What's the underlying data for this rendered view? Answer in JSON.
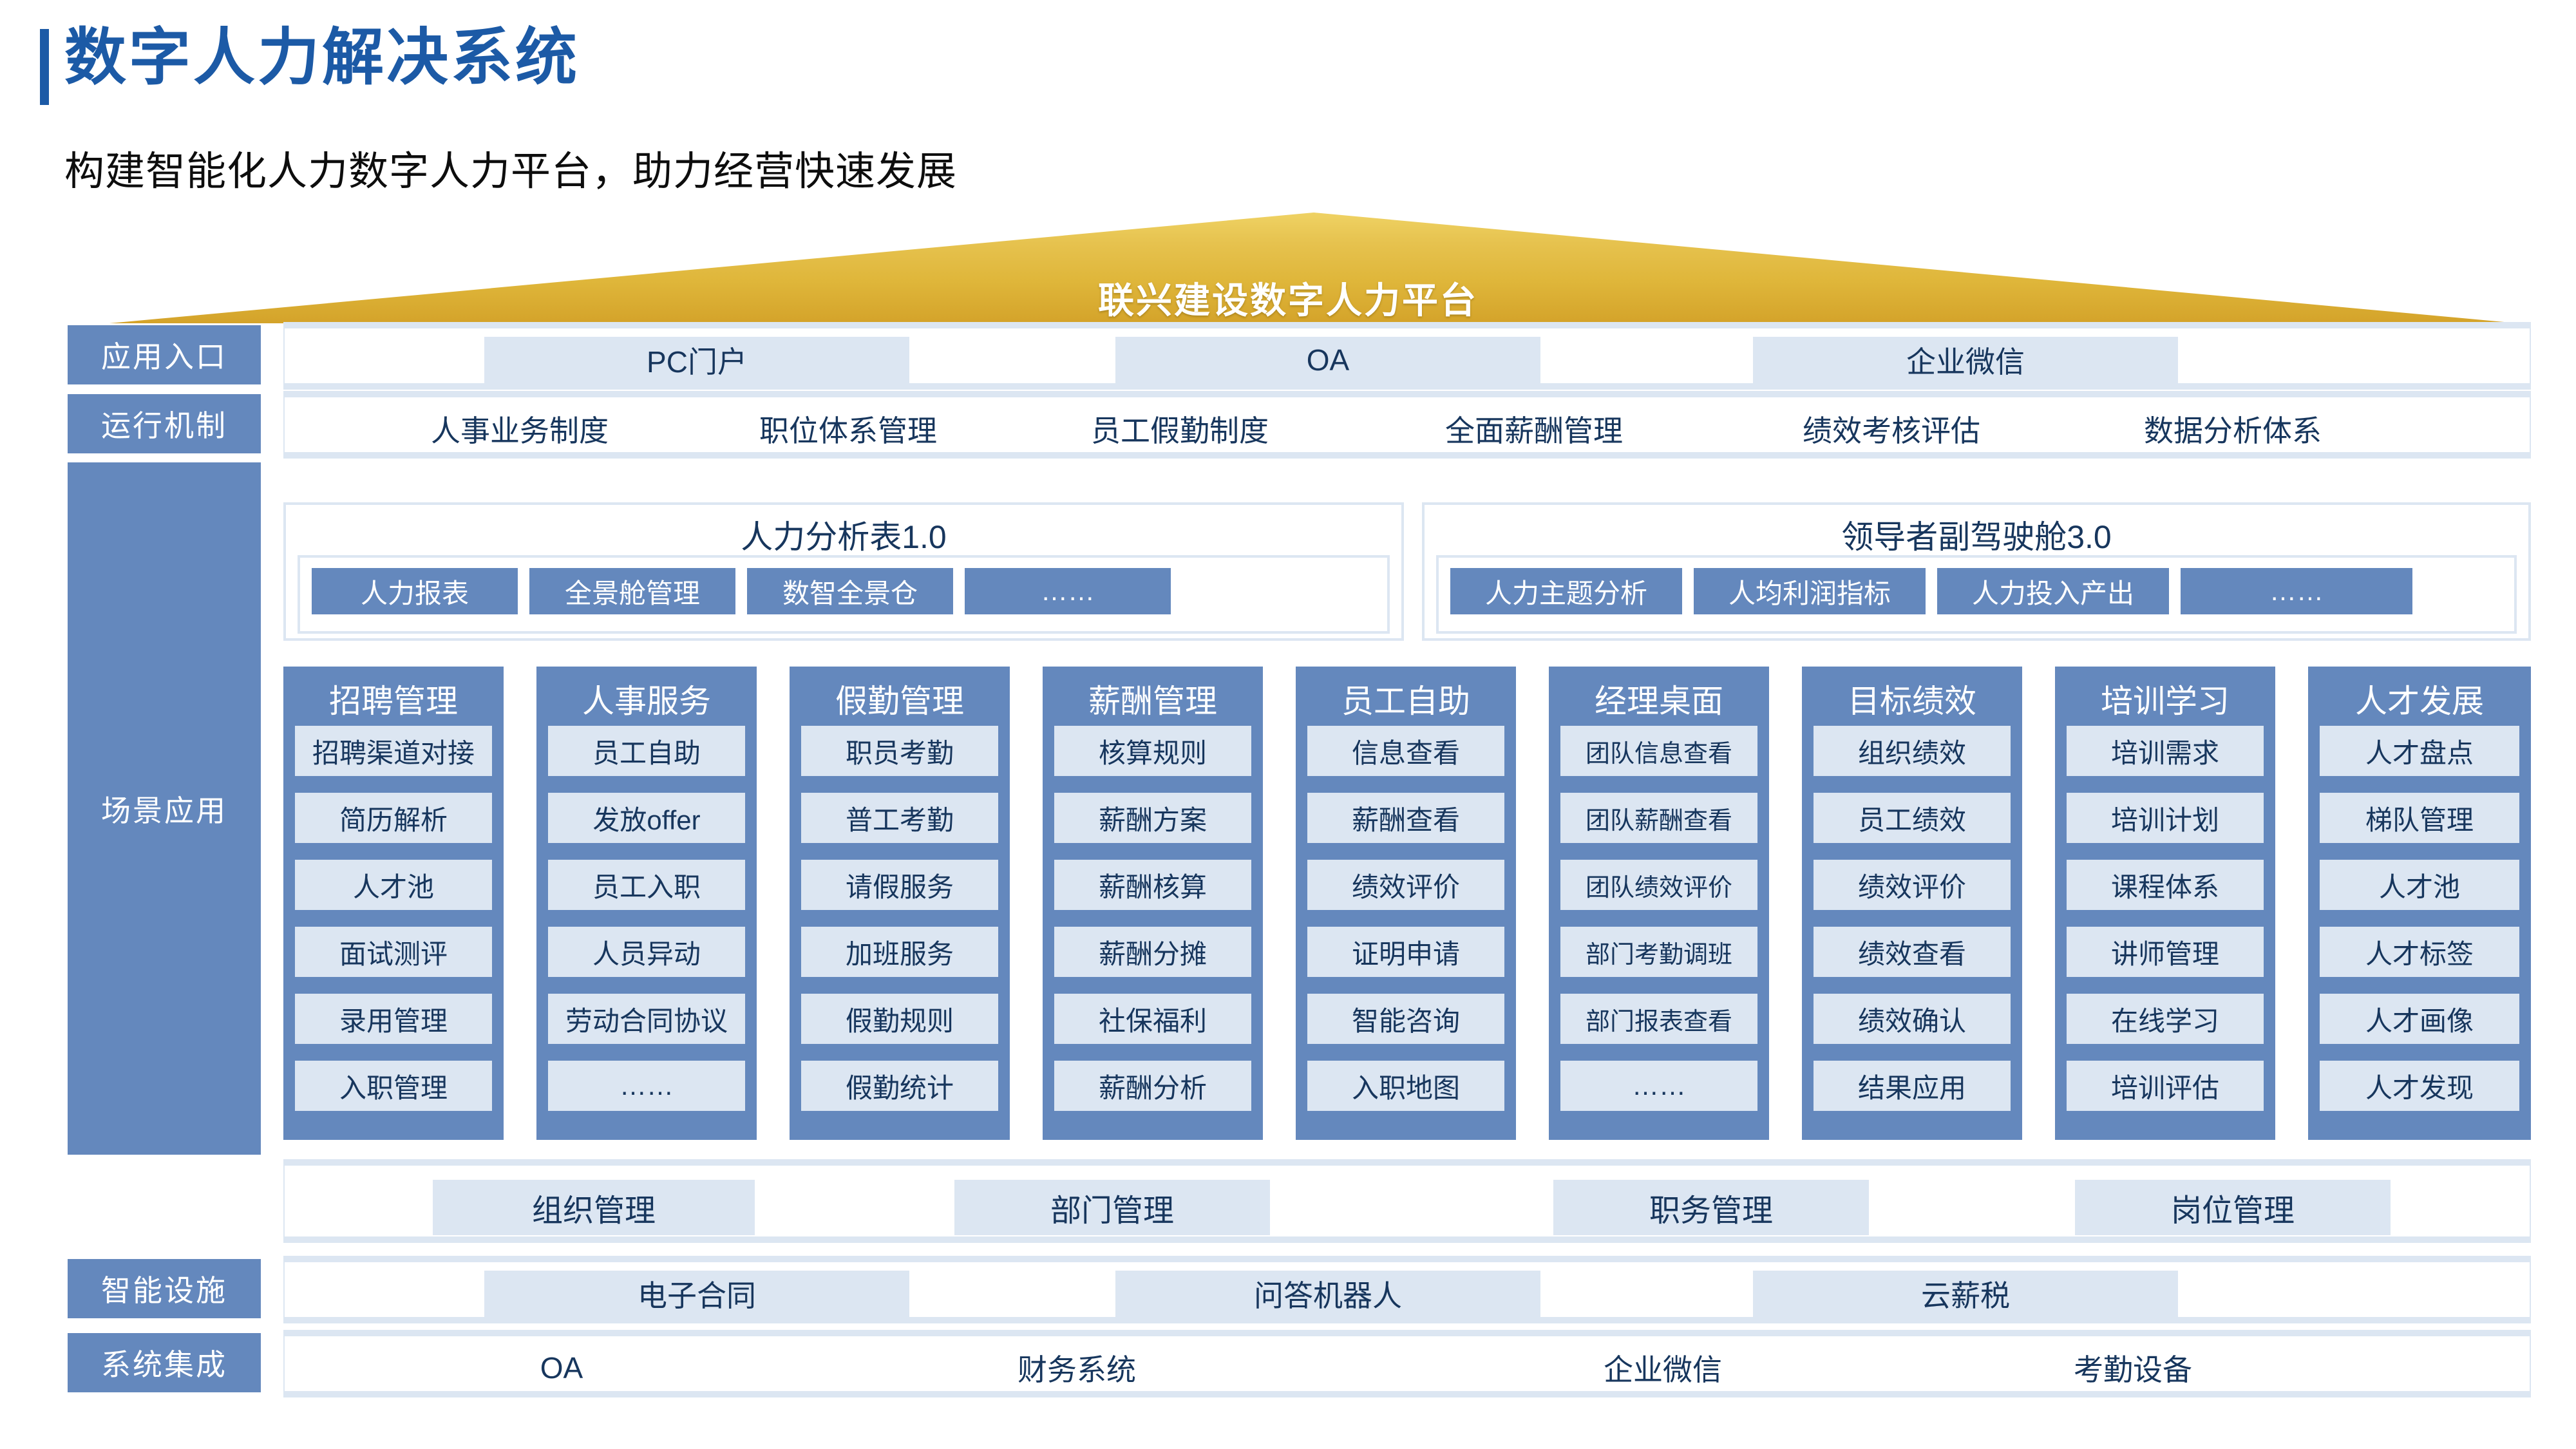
{
  "header": {
    "title": "数字人力解决系统",
    "subtitle": "构建智能化人力数字人力平台，助力经营快速发展",
    "accent_color": "#1c5aa6"
  },
  "banner": {
    "text": "联兴建设数字人力平台",
    "gradient_from": "#efd264",
    "gradient_to": "#d4a32a"
  },
  "layers": {
    "app_entry": {
      "label": "应用入口",
      "items": [
        "PC门户",
        "OA",
        "企业微信"
      ]
    },
    "operating_mechanism": {
      "label": "运行机制",
      "items": [
        "人事业务制度",
        "职位体系管理",
        "员工假勤制度",
        "全面薪酬管理",
        "绩效考核评估",
        "数据分析体系"
      ]
    },
    "scenario": {
      "label": "场景应用"
    },
    "smart_infra": {
      "label": "智能设施",
      "items": [
        "电子合同",
        "问答机器人",
        "云薪税"
      ]
    },
    "system_integration": {
      "label": "系统集成",
      "items": [
        "OA",
        "财务系统",
        "企业微信",
        "考勤设备"
      ]
    }
  },
  "analysis": {
    "panels": [
      {
        "title": "人力分析表1.0",
        "chips": [
          "人力报表",
          "全景舱管理",
          "数智全景仓",
          "……"
        ]
      },
      {
        "title": "领导者副驾驶舱3.0",
        "chips": [
          "人力主题分析",
          "人均利润指标",
          "人力投入产出",
          "……"
        ]
      }
    ]
  },
  "scenario_columns": [
    {
      "title": "招聘管理",
      "items": [
        "招聘渠道对接",
        "简历解析",
        "人才池",
        "面试测评",
        "录用管理",
        "入职管理"
      ]
    },
    {
      "title": "人事服务",
      "items": [
        "员工自助",
        "发放offer",
        "员工入职",
        "人员异动",
        "劳动合同协议",
        "……"
      ]
    },
    {
      "title": "假勤管理",
      "items": [
        "职员考勤",
        "普工考勤",
        "请假服务",
        "加班服务",
        "假勤规则",
        "假勤统计"
      ]
    },
    {
      "title": "薪酬管理",
      "items": [
        "核算规则",
        "薪酬方案",
        "薪酬核算",
        "薪酬分摊",
        "社保福利",
        "薪酬分析"
      ]
    },
    {
      "title": "员工自助",
      "items": [
        "信息查看",
        "薪酬查看",
        "绩效评价",
        "证明申请",
        "智能咨询",
        "入职地图"
      ]
    },
    {
      "title": "经理桌面",
      "items": [
        "团队信息查看",
        "团队薪酬查看",
        "团队绩效评价",
        "部门考勤调班",
        "部门报表查看",
        "……"
      ]
    },
    {
      "title": "目标绩效",
      "items": [
        "组织绩效",
        "员工绩效",
        "绩效评价",
        "绩效查看",
        "绩效确认",
        "结果应用"
      ]
    },
    {
      "title": "培训学习",
      "items": [
        "培训需求",
        "培训计划",
        "课程体系",
        "讲师管理",
        "在线学习",
        "培训评估"
      ]
    },
    {
      "title": "人才发展",
      "items": [
        "人才盘点",
        "梯队管理",
        "人才池",
        "人才标签",
        "人才画像",
        "人才发现"
      ]
    }
  ],
  "org_row": {
    "items": [
      "组织管理",
      "部门管理",
      "职务管理",
      "岗位管理"
    ]
  },
  "colors": {
    "primary_blue": "#6488bd",
    "light_blue": "#dce6f2",
    "text_navy": "#17365d",
    "title_blue": "#1c5aa6"
  }
}
